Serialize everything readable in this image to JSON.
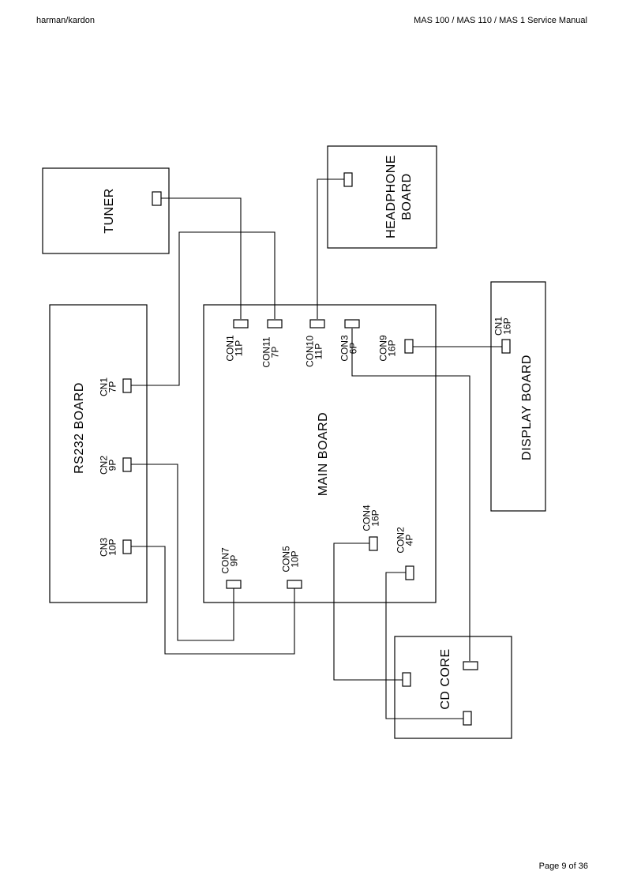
{
  "header": {
    "brand": "harman/kardon",
    "manual_title": "MAS 100 / MAS 110 / MAS 1 Service Manual"
  },
  "footer": {
    "page": "Page 9 of 36"
  },
  "boards": {
    "tuner": [
      "TUNER"
    ],
    "headphone": [
      "HEADPHONE",
      "BOARD"
    ],
    "rs232": [
      "RS232 BOARD"
    ],
    "main": [
      "MAIN BOARD"
    ],
    "display": [
      "DISPLAY BOARD"
    ],
    "cd_core": [
      "CD CORE"
    ]
  },
  "connectors": {
    "rs232_cn1": [
      "CN1",
      "7P"
    ],
    "rs232_cn2": [
      "CN2",
      "9P"
    ],
    "rs232_cn3": [
      "CN3",
      "10P"
    ],
    "main_con1": [
      "CON1",
      "11P"
    ],
    "main_con11": [
      "CON11",
      "7P"
    ],
    "main_con10": [
      "CON10",
      "11P"
    ],
    "main_con3": [
      "CON3",
      "6P"
    ],
    "main_con9": [
      "CON9",
      "16P"
    ],
    "main_con4": [
      "CON4",
      "16P"
    ],
    "main_con2": [
      "CON2",
      "4P"
    ],
    "main_con7": [
      "CON7",
      "9P"
    ],
    "main_con5": [
      "CON5",
      "10P"
    ],
    "display_cn1": [
      "CN1",
      "16P"
    ]
  }
}
